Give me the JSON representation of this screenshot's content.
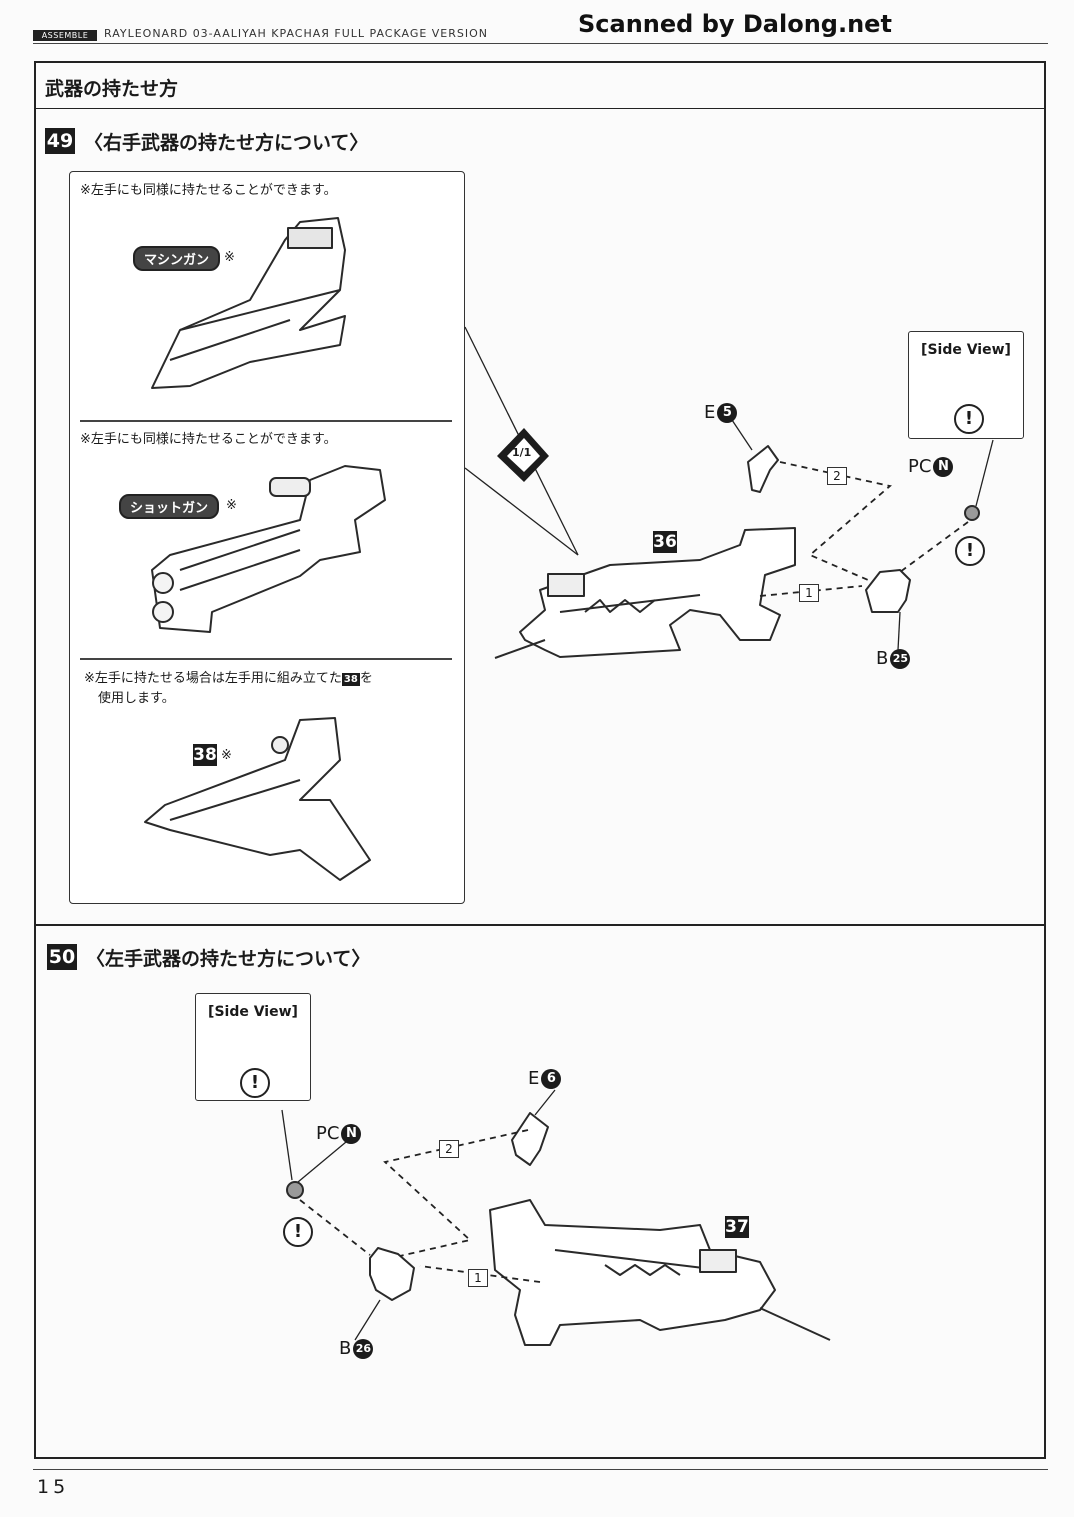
{
  "header": {
    "tag": "ASSEMBLE",
    "kit_title": "RAYLEONARD 03-AALIYAH KPACHAЯ FULL PACKAGE VERSION",
    "scan_credit": "Scanned by Dalong.net"
  },
  "section": {
    "title": "武器の持たせ方"
  },
  "step49": {
    "number": "49",
    "title": "〈右手武器の持たせ方について〉",
    "notes": {
      "machinegun_note": "※左手にも同様に持たせることができます。",
      "shotgun_note": "※左手にも同様に持たせることができます。",
      "left_hand_note_line1": "※左手に持たせる場合は左手用に組み立てた",
      "left_hand_note_ref": "38",
      "left_hand_note_line1b": "を",
      "left_hand_note_line2": "使用します。"
    },
    "weapon_labels": {
      "machinegun": "マシンガン",
      "shotgun": "ショットガン",
      "part38": "38",
      "asterisk": "※"
    },
    "side_view": {
      "title": "[Side View]",
      "warning": "!"
    },
    "parts": {
      "e": {
        "letter": "E",
        "num": "5"
      },
      "pc": {
        "letter": "PC",
        "num": "N"
      },
      "b": {
        "letter": "B",
        "num": "25"
      },
      "assembly": "36"
    },
    "sequence": [
      "1",
      "2"
    ],
    "zoom_label": "1/1"
  },
  "step50": {
    "number": "50",
    "title": "〈左手武器の持たせ方について〉",
    "side_view": {
      "title": "[Side View]",
      "warning": "!"
    },
    "parts": {
      "e": {
        "letter": "E",
        "num": "6"
      },
      "pc": {
        "letter": "PC",
        "num": "N"
      },
      "b": {
        "letter": "B",
        "num": "26"
      },
      "assembly": "37"
    },
    "sequence": [
      "1",
      "2"
    ]
  },
  "footer": {
    "page_number": "15"
  }
}
